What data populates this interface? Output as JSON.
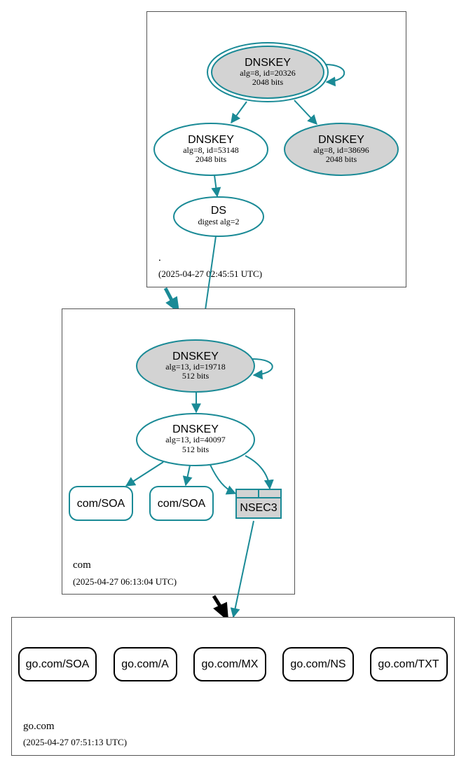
{
  "zones": {
    "root": {
      "name": ".",
      "timestamp": "(2025-04-27 02:45:51 UTC)",
      "nodes": {
        "ksk": {
          "title": "DNSKEY",
          "line1": "alg=8, id=20326",
          "line2": "2048 bits"
        },
        "zsk1": {
          "title": "DNSKEY",
          "line1": "alg=8, id=53148",
          "line2": "2048 bits"
        },
        "zsk2": {
          "title": "DNSKEY",
          "line1": "alg=8, id=38696",
          "line2": "2048 bits"
        },
        "ds": {
          "title": "DS",
          "line1": "digest alg=2"
        }
      }
    },
    "com": {
      "name": "com",
      "timestamp": "(2025-04-27 06:13:04 UTC)",
      "nodes": {
        "ksk": {
          "title": "DNSKEY",
          "line1": "alg=13, id=19718",
          "line2": "512 bits"
        },
        "zsk": {
          "title": "DNSKEY",
          "line1": "alg=13, id=40097",
          "line2": "512 bits"
        },
        "soa1": {
          "label": "com/SOA"
        },
        "soa2": {
          "label": "com/SOA"
        },
        "nsec3": {
          "label": "NSEC3"
        }
      }
    },
    "gocom": {
      "name": "go.com",
      "timestamp": "(2025-04-27 07:51:13 UTC)",
      "records": [
        "go.com/SOA",
        "go.com/A",
        "go.com/MX",
        "go.com/NS",
        "go.com/TXT"
      ]
    }
  },
  "colors": {
    "edge": "#1a8a96",
    "key_fill_ksk": "#d3d3d3",
    "delegation_secure": "#1a8a96",
    "delegation_insecure": "#000000"
  }
}
